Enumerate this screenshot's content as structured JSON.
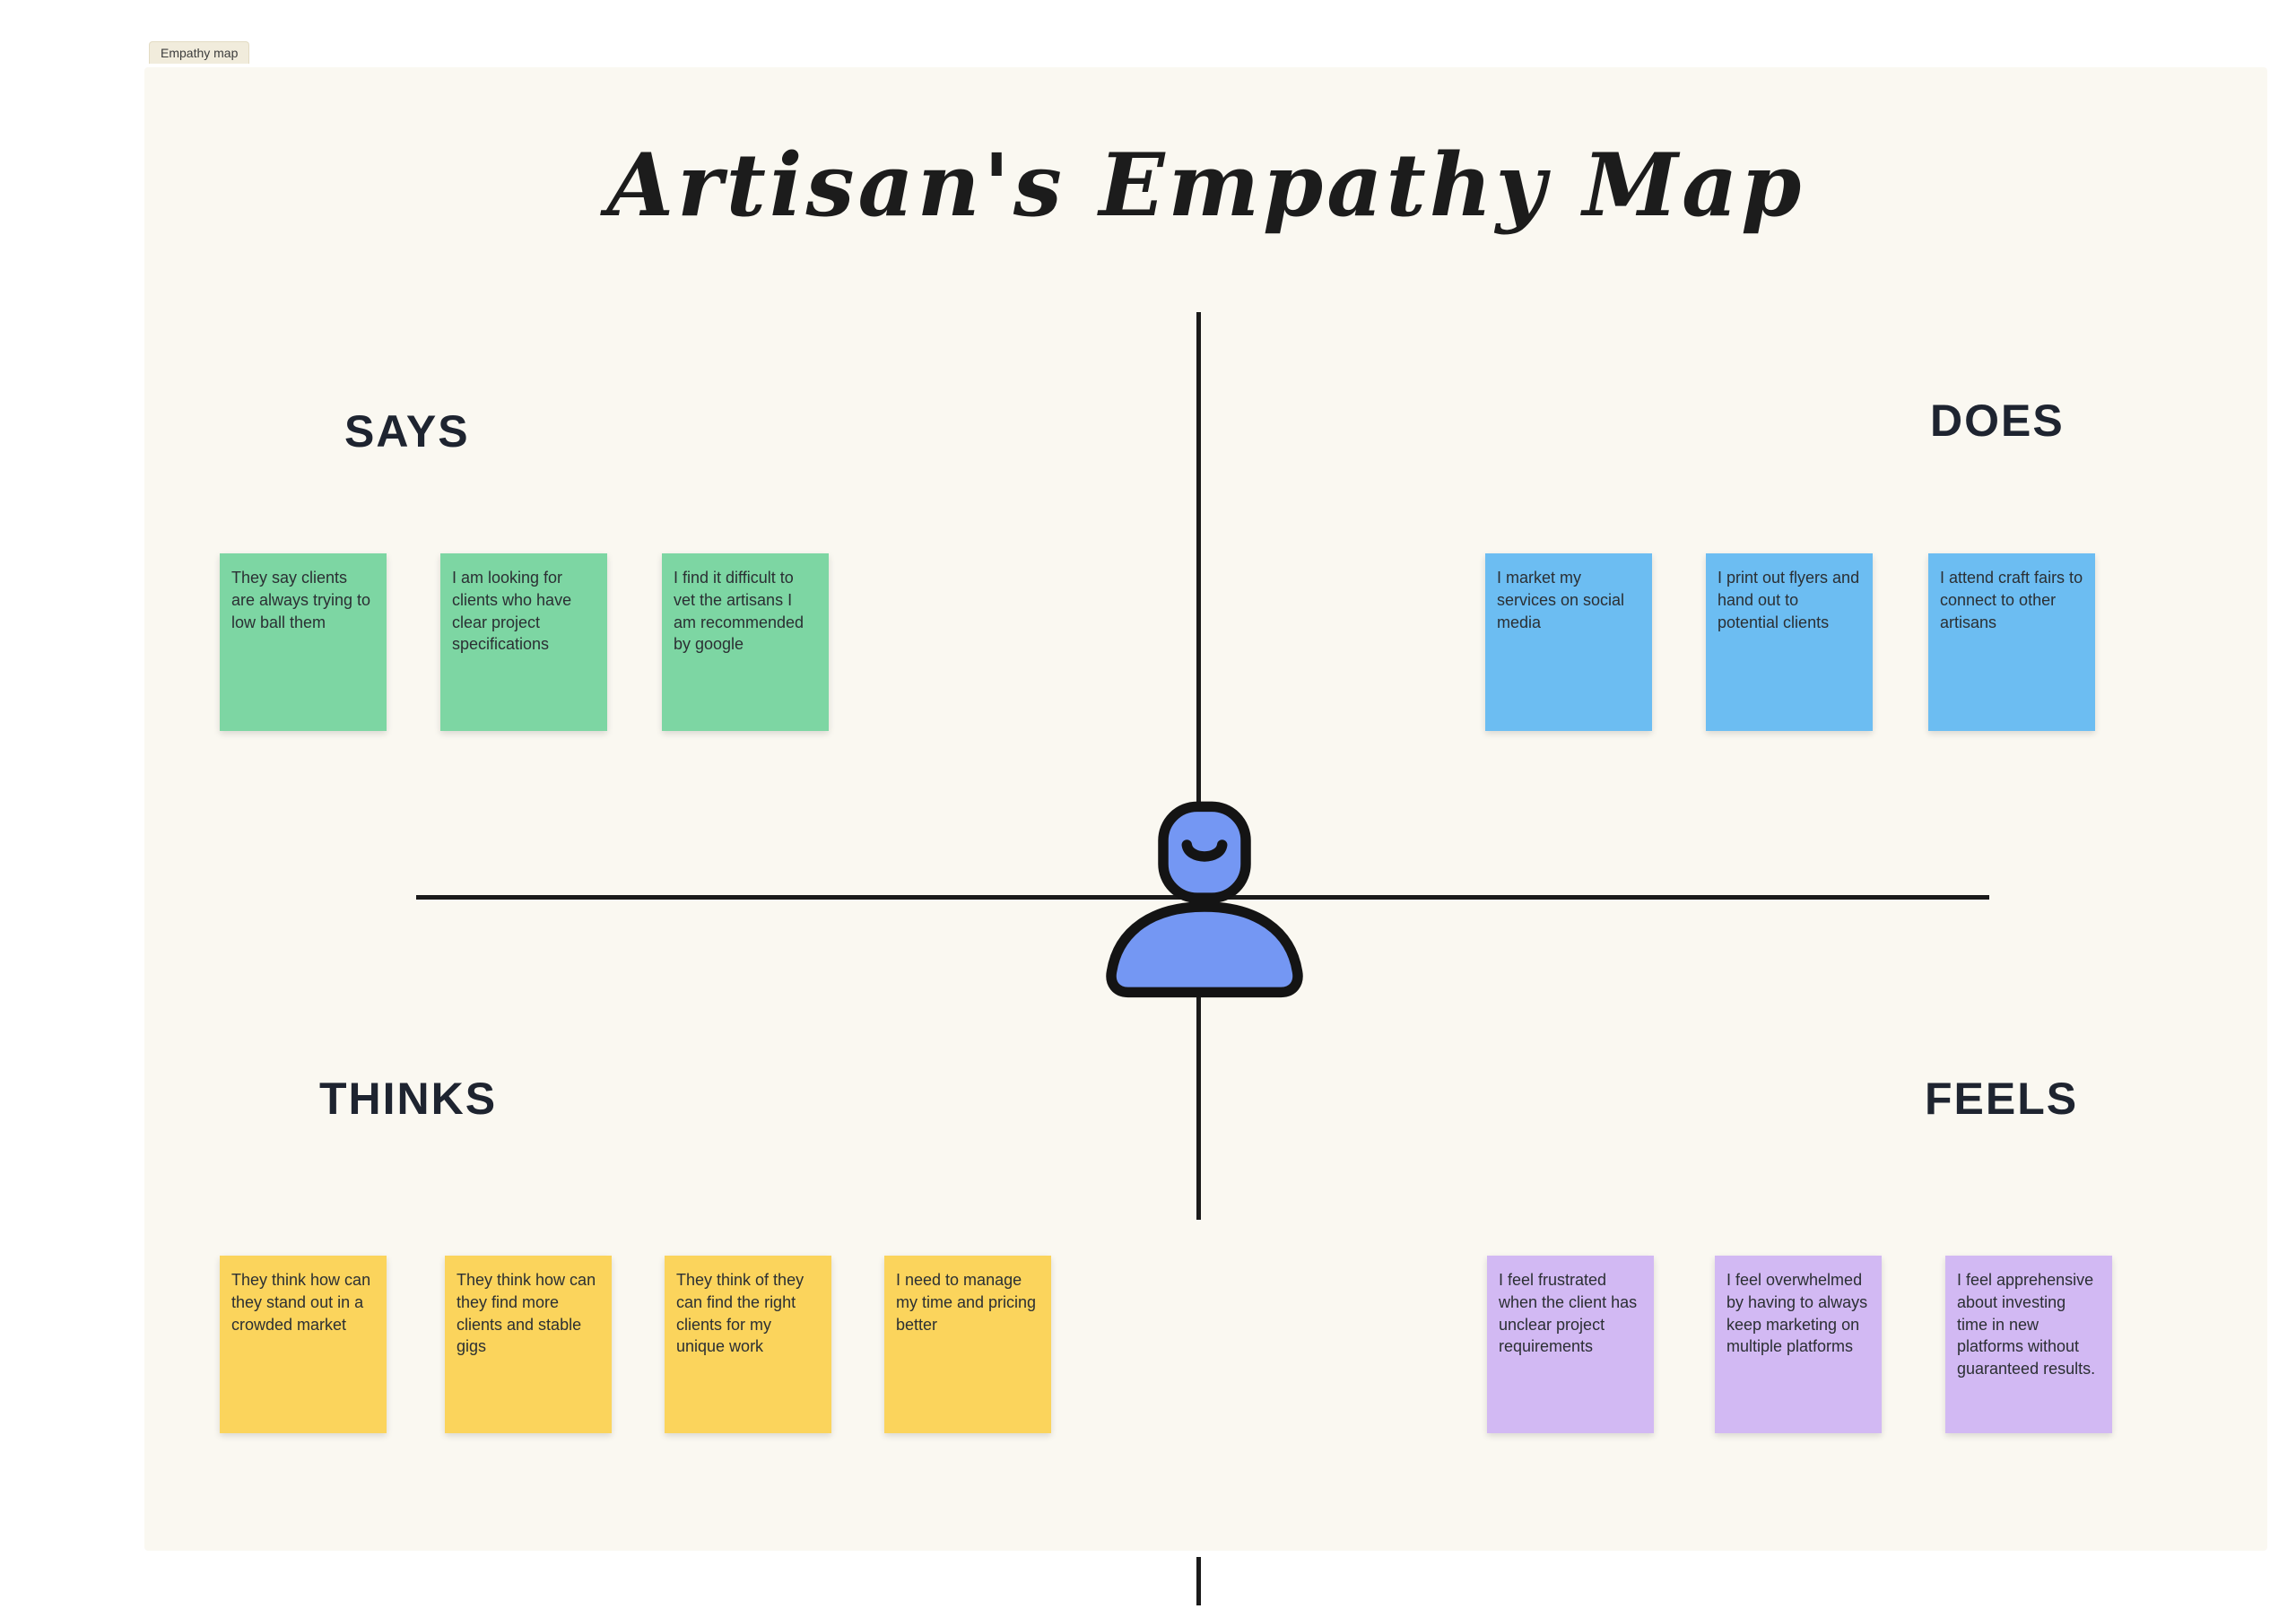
{
  "frame": {
    "tab_label": "Empathy map"
  },
  "title": "Artisan's Empathy Map",
  "colors": {
    "canvas": "#faf8f1",
    "says": "#7dd6a3",
    "does": "#6cbdf2",
    "thinks": "#fbd45c",
    "feels": "#d2b9f3",
    "axis": "#1a1a1a",
    "person_fill": "#7497f3",
    "person_stroke": "#141414"
  },
  "quadrants": {
    "says": {
      "label": "SAYS",
      "notes": [
        "They say clients are always trying to low ball them",
        "I am looking for clients who have clear project specifications",
        "I find it difficult to vet the artisans I am recommended by google"
      ]
    },
    "does": {
      "label": "DOES",
      "notes": [
        "I market my services on social media",
        "I print out flyers and hand out to potential clients",
        "I attend craft fairs to connect to other artisans"
      ]
    },
    "thinks": {
      "label": "THINKS",
      "notes": [
        "They think how can they stand out in a crowded market",
        "They think how can they find more clients and stable gigs",
        "They think of they can find the right clients for my unique work",
        "I need to manage my time and pricing better"
      ]
    },
    "feels": {
      "label": "FEELS",
      "notes": [
        "I feel frustrated when the client has unclear project requirements",
        "I feel overwhelmed by having to always keep marketing on multiple platforms",
        "I feel apprehensive about investing time in new platforms without guaranteed results."
      ]
    }
  }
}
